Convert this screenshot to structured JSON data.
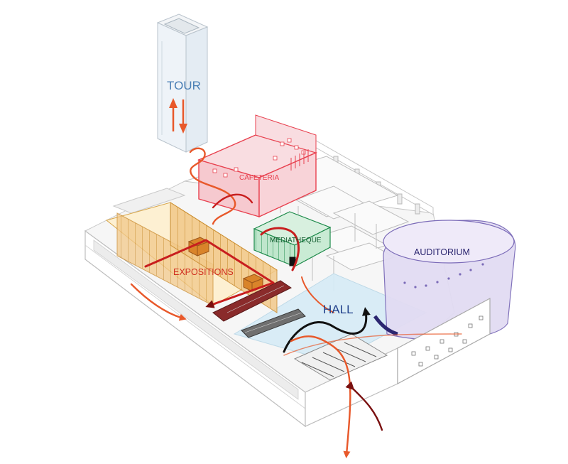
{
  "labels": {
    "tour": "TOUR",
    "cafeteria": "CAFETERIA",
    "mediatheque": "MEDIATHEQUE",
    "expositions": "EXPOSITIONS",
    "auditorium": "AUDITORIUM",
    "hall": "HALL"
  },
  "colors": {
    "tour_label": "#4a7fb5",
    "cafeteria": "#e8414f",
    "cafeteria_fill": "#f6c9cf",
    "mediatheque": "#1d8a4a",
    "mediatheque_fill": "#bfe6cc",
    "expositions": "#d02e1f",
    "expositions_fill": "#f7dba0",
    "auditorium": "#2b2670",
    "auditorium_fill": "#e2dcf3",
    "hall": "#1f3f8a",
    "hall_floor": "#d6ecf7",
    "circulation_orange": "#e8582a",
    "circulation_red": "#c81e1e",
    "circulation_dark": "#7a1010",
    "circulation_black": "#111111"
  },
  "icons": [
    "arrow-up-icon",
    "arrow-down-icon"
  ]
}
